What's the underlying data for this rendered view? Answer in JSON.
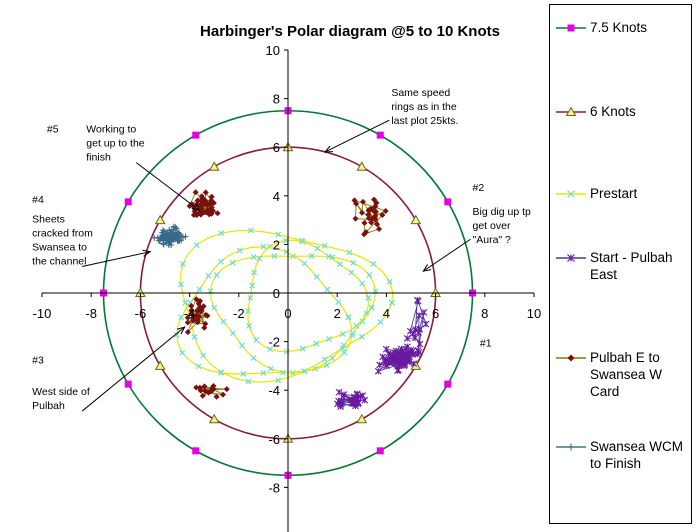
{
  "chart_data": {
    "type": "scatter",
    "title": "Harbinger's Polar diagram @5 to 10 Knots",
    "xlim": [
      -10,
      10
    ],
    "ylim": [
      -10,
      10
    ],
    "x_ticks": [
      -10,
      -8,
      -6,
      -4,
      -2,
      0,
      2,
      4,
      6,
      8,
      10
    ],
    "y_ticks": [
      -8,
      -6,
      -4,
      -2,
      0,
      2,
      4,
      6,
      8,
      10
    ],
    "x_tick_labels": [
      "-10",
      "-8",
      "-6",
      "-4",
      "-2",
      "0",
      "2",
      "4",
      "6",
      "8",
      "10"
    ],
    "y_tick_labels": [
      "-8",
      "-6",
      "-4",
      "-2",
      "0",
      "2",
      "4",
      "6",
      "8",
      "10"
    ],
    "grid": false,
    "legend_position": "right",
    "series": [
      {
        "name": "7.5 Knots",
        "kind": "ring",
        "radius": 7.5,
        "color": "#007a33",
        "marker": "square",
        "marker_color": "#e600e6"
      },
      {
        "name": "6 Knots",
        "kind": "ring",
        "radius": 6,
        "color": "#8a1a3a",
        "marker": "triangle",
        "marker_color": "#f5f0a0"
      },
      {
        "name": "Prestart",
        "kind": "cloud",
        "color": "#e6e600",
        "marker": "x",
        "marker_color": "#66dddd",
        "loops": [
          [
            0.2,
            -0.6,
            3.2,
            2.4
          ],
          [
            -0.4,
            -0.4,
            4.2,
            3.0
          ],
          [
            0.6,
            -0.2,
            2.4,
            2.2
          ],
          [
            -1.0,
            -1.0,
            3.4,
            2.6
          ]
        ]
      },
      {
        "name": "Start - Pulbah East",
        "kind": "cloud",
        "color": "#4a3a9a",
        "marker": "star",
        "marker_color": "#6a1aa0",
        "clusters": [
          [
            4.5,
            -2.7,
            1.0,
            0.6,
            70
          ],
          [
            2.5,
            -4.4,
            0.9,
            0.6,
            30
          ],
          [
            5.3,
            -1.5,
            0.6,
            1.8,
            14
          ]
        ]
      },
      {
        "name": "Pulbah E to Swansea W Card",
        "kind": "cloud",
        "color": "#8a7a00",
        "marker": "diamond",
        "marker_color": "#7a1010",
        "clusters": [
          [
            -3.4,
            3.6,
            0.7,
            0.7,
            45
          ],
          [
            3.3,
            3.2,
            1.0,
            1.0,
            28
          ],
          [
            -3.7,
            -1.0,
            0.7,
            1.2,
            26
          ],
          [
            -3.2,
            -4.0,
            0.9,
            0.5,
            18
          ]
        ]
      },
      {
        "name": "Swansea WCM to Finish",
        "kind": "cloud",
        "color": "#3a7a7a",
        "marker": "plus",
        "marker_color": "#3a6a8a",
        "clusters": [
          [
            -4.8,
            2.3,
            0.8,
            0.5,
            70
          ]
        ]
      }
    ],
    "annotations": [
      {
        "text": "Same speed rings as in the last plot 25kts.",
        "lines": [
          "Same speed",
          "rings as in the",
          "last plot 25kts."
        ],
        "x": 4.2,
        "y": 8.1,
        "arrow_to": [
          1.5,
          5.8
        ]
      },
      {
        "text": "#5",
        "lines": [
          "#5"
        ],
        "x": -9.8,
        "y": 6.6
      },
      {
        "text": "Working to get up to the finish",
        "lines": [
          "Working to",
          "get up to the",
          "finish"
        ],
        "x": -8.2,
        "y": 6.6,
        "arrow_to": [
          -3.6,
          3.4
        ]
      },
      {
        "text": "#4",
        "lines": [
          "#4"
        ],
        "x": -10.4,
        "y": 3.7
      },
      {
        "text": "Sheets cracked from Swansea to the channel",
        "lines": [
          "Sheets",
          "cracked from",
          "Swansea to",
          "the channel"
        ],
        "x": -10.4,
        "y": 2.9,
        "arrow_to": [
          -5.6,
          1.7
        ]
      },
      {
        "text": "#2",
        "lines": [
          "#2"
        ],
        "x": 7.5,
        "y": 4.2
      },
      {
        "text": "Big dig up tp get over \"Aura\" ?",
        "lines": [
          "Big dig up tp",
          "get over",
          "\"Aura\" ?"
        ],
        "x": 7.5,
        "y": 3.2,
        "arrow_to": [
          5.5,
          0.9
        ]
      },
      {
        "text": "#1",
        "lines": [
          "#1"
        ],
        "x": 7.8,
        "y": -2.2
      },
      {
        "text": "#3",
        "lines": [
          "#3"
        ],
        "x": -10.4,
        "y": -2.9
      },
      {
        "text": "West side of Pulbah",
        "lines": [
          "West side of",
          "Pulbah"
        ],
        "x": -10.4,
        "y": -4.2,
        "arrow_to": [
          -4.2,
          -1.4
        ]
      }
    ]
  }
}
